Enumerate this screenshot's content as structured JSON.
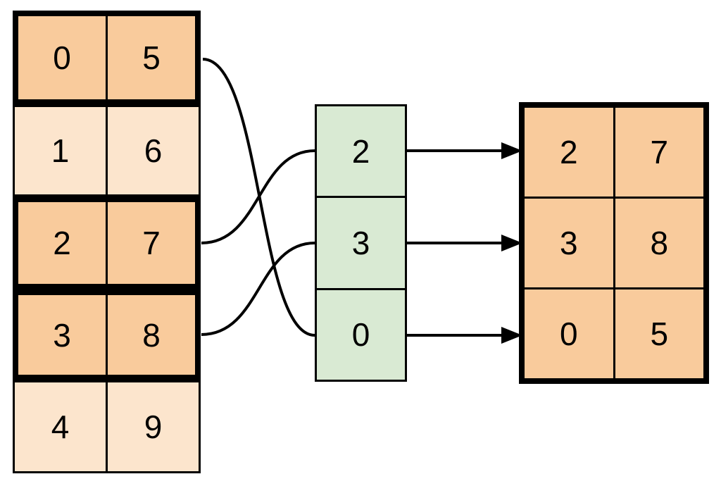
{
  "colors": {
    "highlight_fill": "#F9CB9C",
    "muted_fill": "#FCE5CD",
    "index_fill": "#D9EAD3",
    "stroke": "#000000",
    "background": "#FFFFFF"
  },
  "source_table": {
    "rows": [
      {
        "values": [
          "0",
          "5"
        ],
        "highlighted": true
      },
      {
        "values": [
          "1",
          "6"
        ],
        "highlighted": false
      },
      {
        "values": [
          "2",
          "7"
        ],
        "highlighted": true
      },
      {
        "values": [
          "3",
          "8"
        ],
        "highlighted": true
      },
      {
        "values": [
          "4",
          "9"
        ],
        "highlighted": false
      }
    ]
  },
  "index_column": {
    "values": [
      "2",
      "3",
      "0"
    ]
  },
  "result_table": {
    "rows": [
      {
        "values": [
          "2",
          "7"
        ]
      },
      {
        "values": [
          "3",
          "8"
        ]
      },
      {
        "values": [
          "0",
          "5"
        ]
      }
    ]
  }
}
